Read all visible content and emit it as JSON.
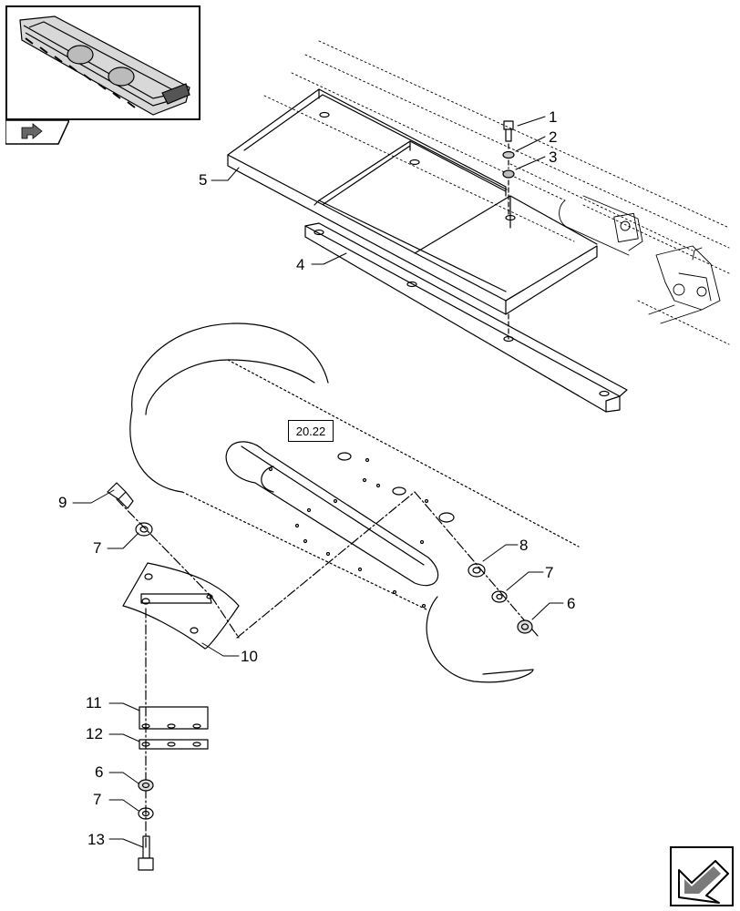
{
  "reference_box": "20.22",
  "callouts": [
    {
      "id": "c1",
      "text": "1"
    },
    {
      "id": "c2",
      "text": "2"
    },
    {
      "id": "c3",
      "text": "3"
    },
    {
      "id": "c4",
      "text": "4"
    },
    {
      "id": "c5",
      "text": "5"
    },
    {
      "id": "c6a",
      "text": "6"
    },
    {
      "id": "c6b",
      "text": "6"
    },
    {
      "id": "c7a",
      "text": "7"
    },
    {
      "id": "c7b",
      "text": "7"
    },
    {
      "id": "c7c",
      "text": "7"
    },
    {
      "id": "c8",
      "text": "8"
    },
    {
      "id": "c9",
      "text": "9"
    },
    {
      "id": "c10",
      "text": "10"
    },
    {
      "id": "c11",
      "text": "11"
    },
    {
      "id": "c12",
      "text": "12"
    },
    {
      "id": "c13",
      "text": "13"
    }
  ],
  "icons": {
    "thumbnail": "header-assembly-thumbnail",
    "tab": "back-arrow-icon",
    "nav": "next-page-arrow-icon"
  }
}
